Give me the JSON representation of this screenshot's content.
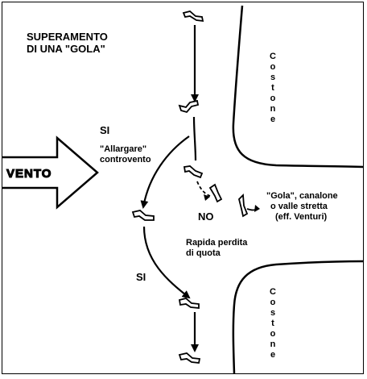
{
  "title": {
    "line1": "SUPERAMENTO",
    "line2": "DI UNA \"GOLA\""
  },
  "ridge_label": "Costone",
  "wind_label": "VENTO",
  "yes_label": "SI",
  "no_label": "NO",
  "widen_note": {
    "line1": "\"Allargare\"",
    "line2": "controvento"
  },
  "gorge_note": {
    "line1": "\"Gola\", canalone",
    "line2": "o valle stretta",
    "line3": "(eff. Venturi)"
  },
  "altitude_loss_note": {
    "line1": "Rapida perdita",
    "line2": "di quota"
  },
  "icons": [
    "glider-icon",
    "wind-arrow-icon",
    "flight-path-arrow"
  ],
  "colors": {
    "ink": "#000000",
    "background": "#ffffff"
  }
}
